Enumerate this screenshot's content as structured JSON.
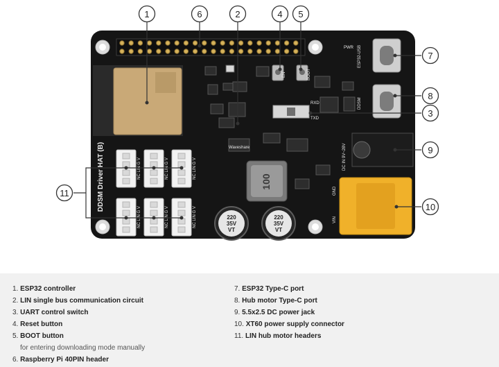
{
  "callouts": [
    "1",
    "2",
    "3",
    "4",
    "5",
    "6",
    "7",
    "8",
    "9",
    "10",
    "11"
  ],
  "board": {
    "silkscreen_title": "DDSM Driver HAT (B)",
    "brand": "Waveshare",
    "pwr_label": "PWR",
    "esp32_usb_label": "ESP32-USB",
    "ddsm_label": "DDSM",
    "en_label": "EN",
    "boot_label": "BOOT",
    "rxd_label": "RXD",
    "txd_label": "TXD",
    "dc_in_label": "DC IN 9V~28V",
    "vin_label": "VIN",
    "gnd_label": "GND",
    "header_pins": "NC LIN G V",
    "inductor_marking": "100",
    "cap1_lines": [
      "220",
      "35V",
      "VT"
    ],
    "cap2_lines": [
      "220",
      "35V",
      "VT"
    ]
  },
  "legend": {
    "left": [
      {
        "num": "1.",
        "text": "ESP32 controller"
      },
      {
        "num": "2.",
        "text": "LIN single bus communication circuit"
      },
      {
        "num": "3.",
        "text": "UART control switch"
      },
      {
        "num": "4.",
        "text": "Reset button"
      },
      {
        "num": "5.",
        "text": "BOOT button"
      }
    ],
    "left_note": "for entering downloading mode manually",
    "left_last": {
      "num": "6.",
      "text": "Raspberry Pi 40PIN header"
    },
    "right": [
      {
        "num": "7.",
        "text": "ESP32 Type-C port"
      },
      {
        "num": "8.",
        "text": "Hub motor Type-C port"
      },
      {
        "num": "9.",
        "text": "5.5x2.5 DC power jack"
      },
      {
        "num": "10.",
        "text": "XT60 power supply connector"
      },
      {
        "num": "11.",
        "text": "LIN hub motor headers"
      }
    ]
  },
  "colors": {
    "board": "#151515",
    "connector": "#f0b12a",
    "header": "#f2f2f2",
    "silk": "#e8e8e8"
  }
}
